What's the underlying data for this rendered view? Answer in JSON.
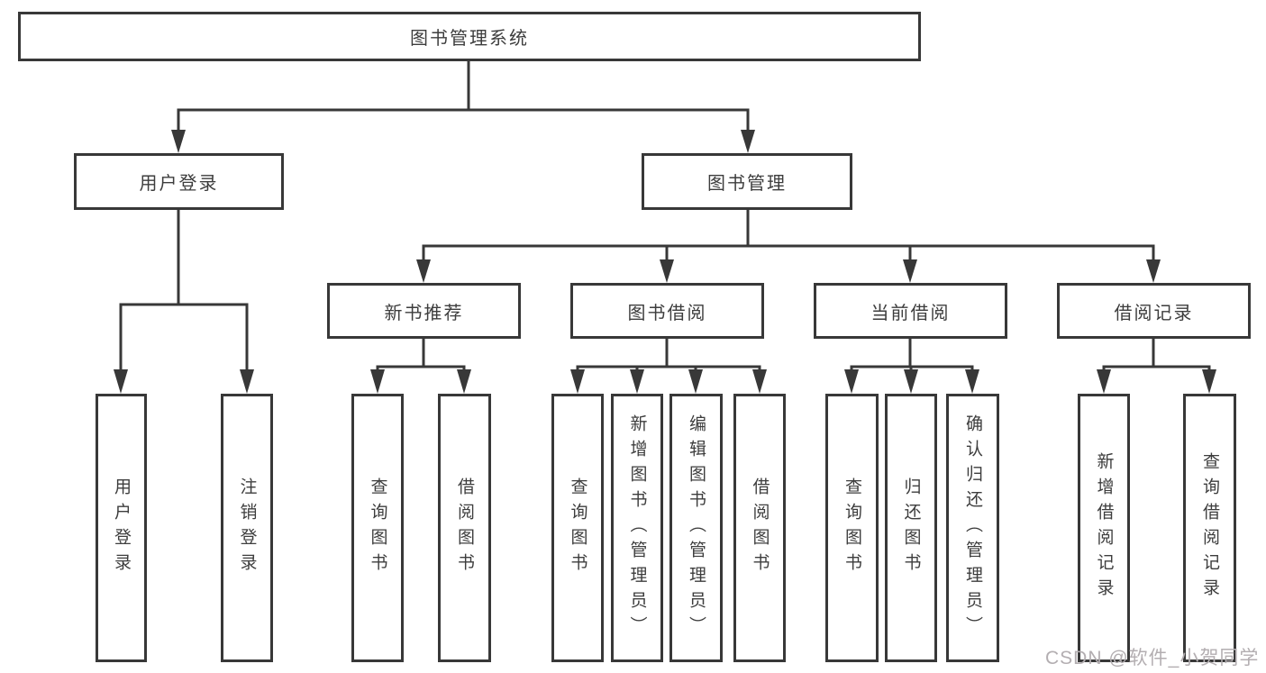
{
  "diagram": {
    "type": "hierarchy-tree",
    "title": "图书管理系统",
    "root": {
      "label": "图书管理系统"
    },
    "branches": [
      {
        "label": "用户登录",
        "children": [
          {
            "label": "用户登录"
          },
          {
            "label": "注销登录"
          }
        ]
      },
      {
        "label": "图书管理",
        "children": [
          {
            "label": "新书推荐",
            "children": [
              {
                "label": "查询图书"
              },
              {
                "label": "借阅图书"
              }
            ]
          },
          {
            "label": "图书借阅",
            "children": [
              {
                "label": "查询图书"
              },
              {
                "label": "新增图书（管理员）"
              },
              {
                "label": "编辑图书（管理员）"
              },
              {
                "label": "借阅图书"
              }
            ]
          },
          {
            "label": "当前借阅",
            "children": [
              {
                "label": "查询图书"
              },
              {
                "label": "归还图书"
              },
              {
                "label": "确认归还（管理员）"
              }
            ]
          },
          {
            "label": "借阅记录",
            "children": [
              {
                "label": "新增借阅记录"
              },
              {
                "label": "查询借阅记录"
              }
            ]
          }
        ]
      }
    ],
    "watermark": "CSDN @软件_小贺同学",
    "colors": {
      "line": "#383838",
      "text": "#3d3d3d",
      "background": "#ffffff",
      "watermark": "#b3aeb1"
    }
  }
}
